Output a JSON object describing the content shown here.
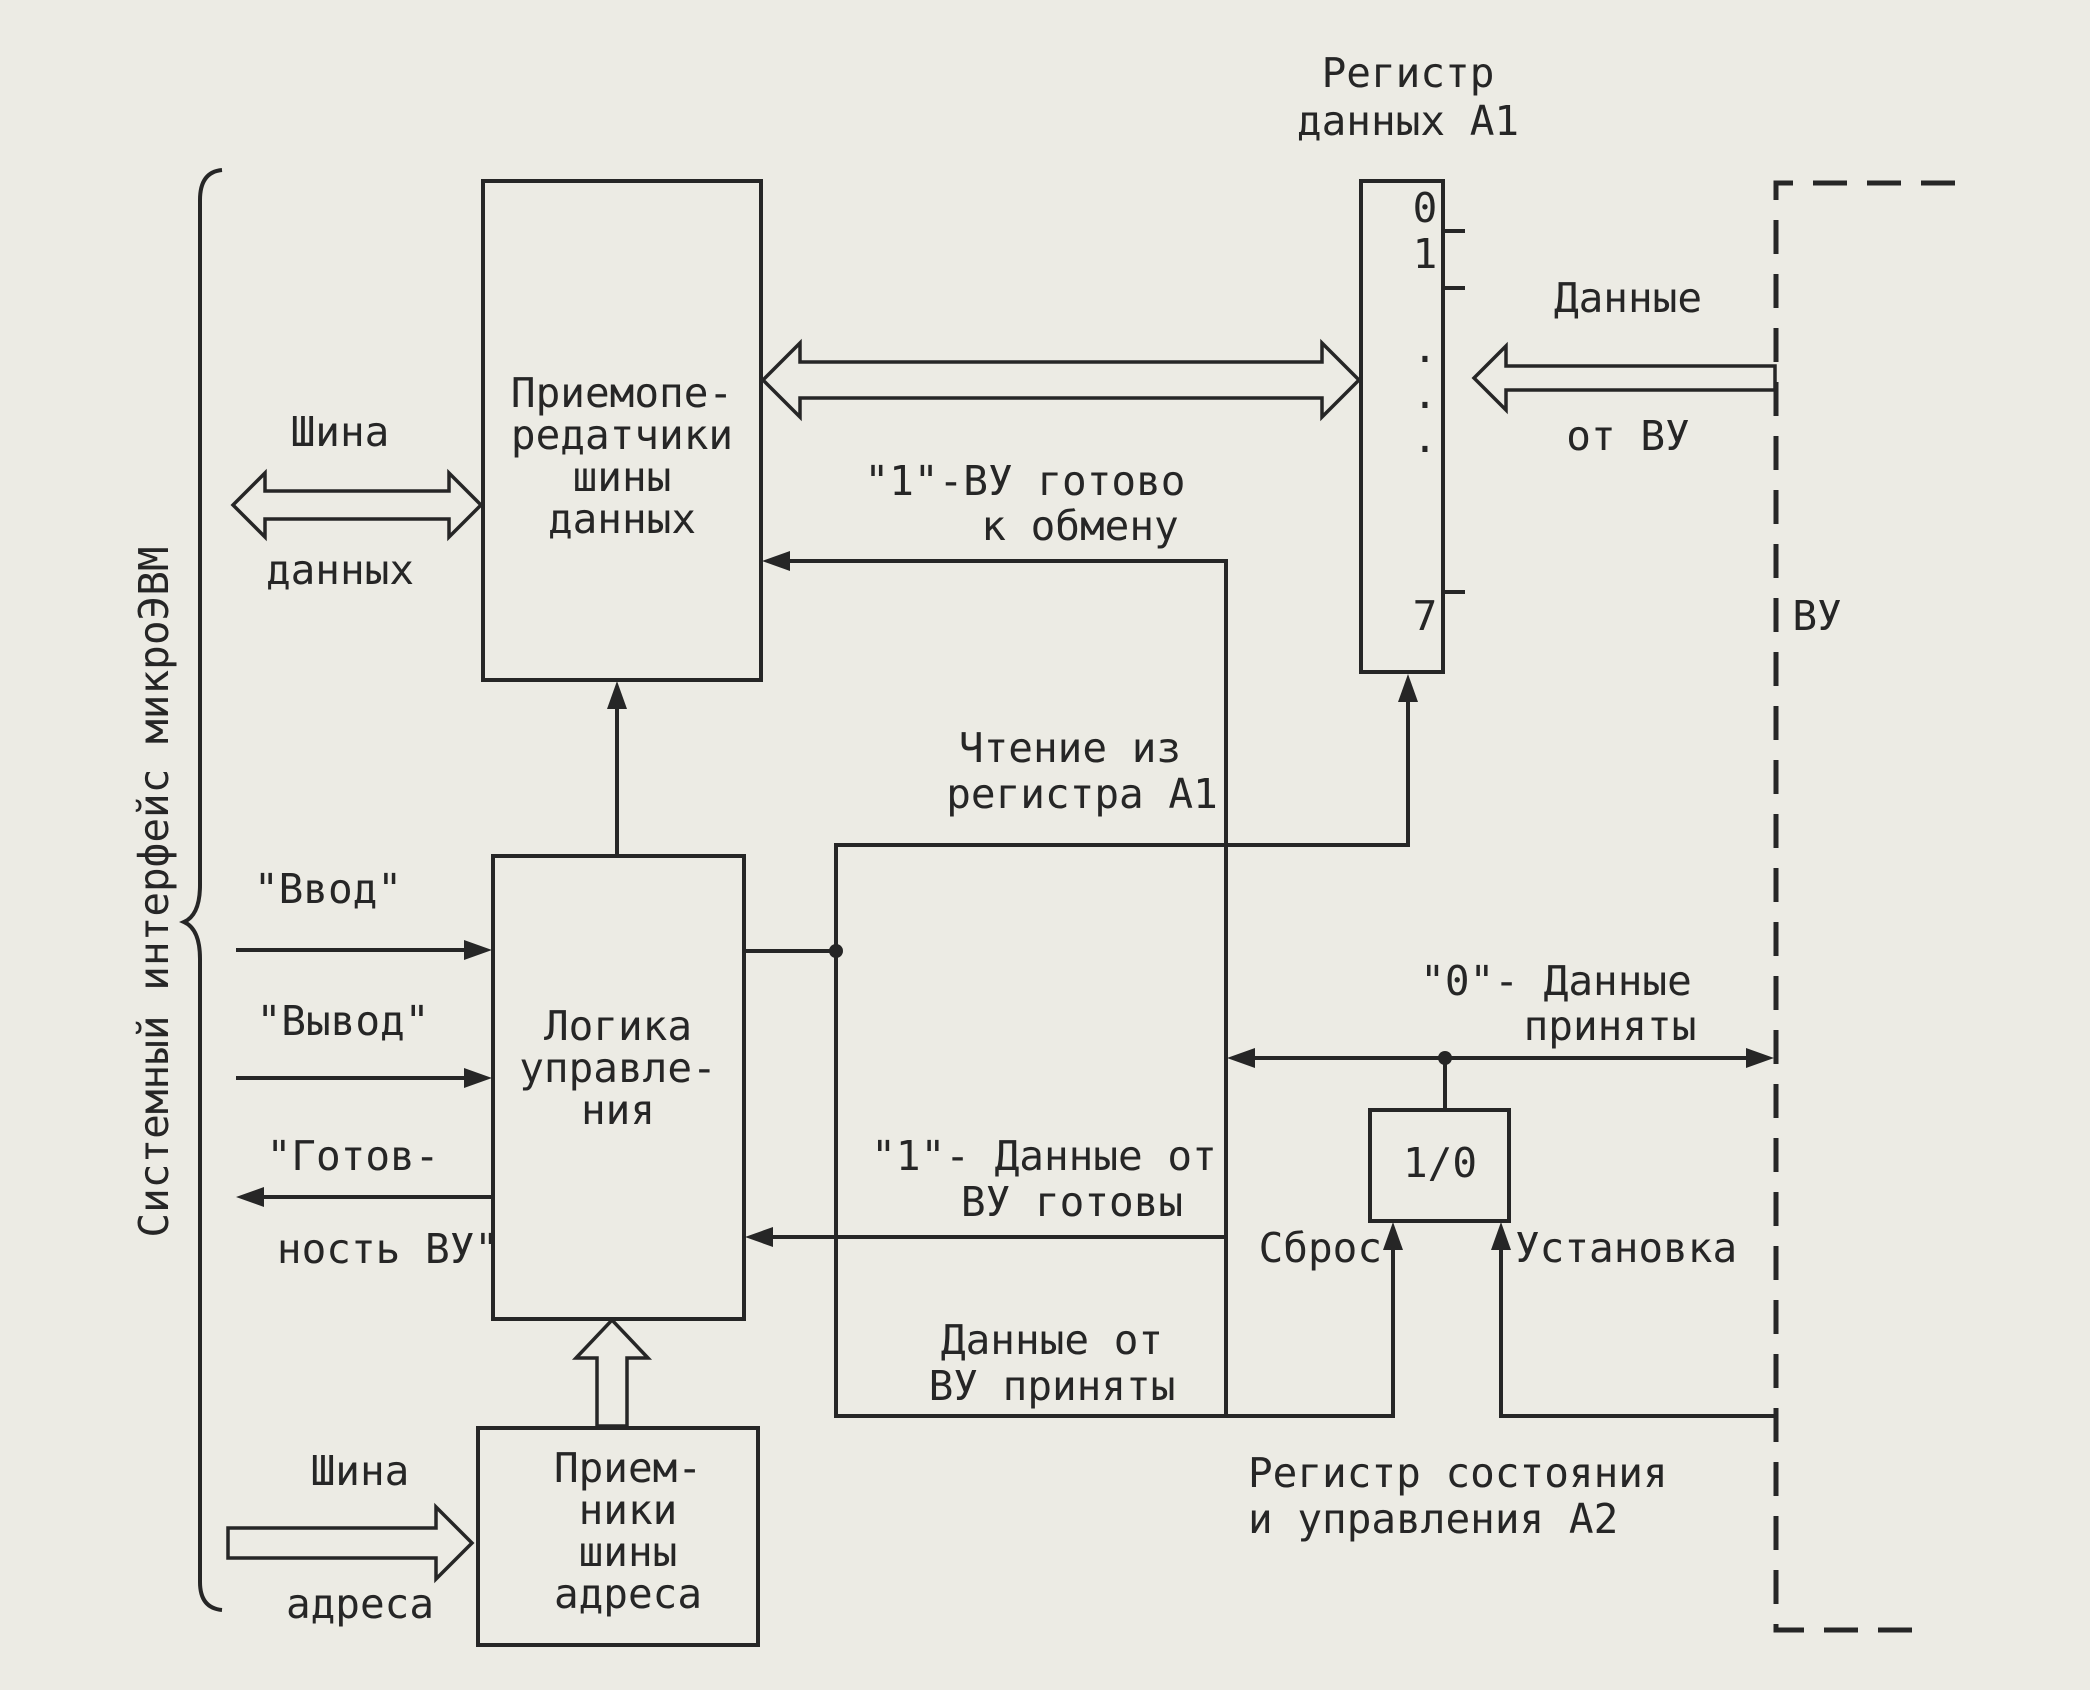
{
  "side_label": "Системный интерфейс микроЭВМ",
  "blocks": {
    "transceivers": [
      "Приемопе-",
      "редатчики",
      "шины",
      "данных"
    ],
    "control_logic": [
      "Логика",
      "управле-",
      "ния"
    ],
    "address_receivers": [
      "Прием-",
      "ники",
      "шины",
      "адреса"
    ],
    "data_register_title": [
      "Регистр",
      "данных А1"
    ],
    "data_register_bits": [
      "0",
      "1",
      ".",
      ".",
      ".",
      "7"
    ],
    "flipflop": "1/0",
    "status_register_title": [
      "Регистр состояния",
      "и управления А2"
    ],
    "device": "ВУ"
  },
  "labels": {
    "data_bus": [
      "Шина",
      "данных"
    ],
    "address_bus": [
      "Шина",
      "адреса"
    ],
    "input": "\"Ввод\"",
    "output": "\"Вывод\"",
    "ready": [
      "\"Готов-",
      "ность ВУ\""
    ],
    "data_from_device": [
      "Данные",
      "от ВУ"
    ],
    "device_ready_exchange": [
      "\"1\"-ВУ готово",
      "к обмену"
    ],
    "read_register": [
      "Чтение из",
      "регистра А1"
    ],
    "data_accepted_flag": [
      "\"0\"- Данные",
      "приняты"
    ],
    "data_ready_flag": [
      "\"1\"- Данные от",
      "ВУ готовы"
    ],
    "data_accepted": [
      "Данные от",
      "ВУ приняты"
    ],
    "reset": "Сброс",
    "set": "Установка"
  }
}
